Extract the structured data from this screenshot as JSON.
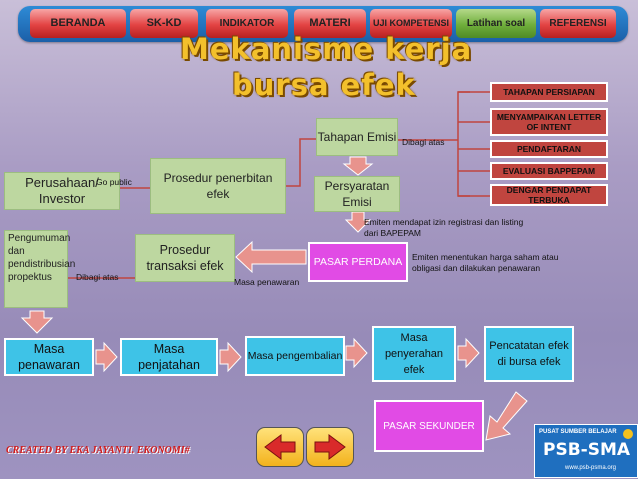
{
  "nav": {
    "tabs": [
      "BERANDA",
      "SK-KD",
      "INDIKATOR",
      "MATERI",
      "UJI KOMPETENSI",
      "Latihan soal",
      "REFERENSI"
    ]
  },
  "title": {
    "line1": "Mekanisme kerja",
    "line2": "bursa efek"
  },
  "flow": {
    "perusahaan": "Perusahaan/ Investor",
    "go_public": "Go public",
    "prosedur_penerbitan": "Prosedur penerbitan efek",
    "tahapan_emisi": "Tahapan Emisi",
    "persyaratan_emisi": "Persyaratan Emisi",
    "dibagi_atas_1": "Dibagi atas",
    "stages": [
      "TAHAPAN PERSIAPAN",
      "MENYAMPAIKAN LETTER OF INTENT",
      "PENDAFTARAN",
      "EVALUASI BAPPEPAM",
      "DENGAR PENDAPAT TERBUKA"
    ],
    "note_registrasi": "Emiten mendapat izin registrasi dan listing dari BAPEPAM",
    "pasar_perdana": "PASAR PERDANA",
    "note_harga": "Emiten menentukan harga saham atau obligasi dan dilakukan penawaran",
    "prosedur_transaksi": "Prosedur transaksi efek",
    "masa_penawaran_label": "Masa penawaran",
    "pengumuman": "Pengumuman dan pendistribusian propektus",
    "dibagi_atas_2": "Dibagi atas",
    "steps": [
      "Masa penawaran",
      "Masa penjatahan",
      "Masa pengembalian",
      "Masa penyerahan efek",
      "Pencatatan efek di bursa efek"
    ],
    "pasar_sekunder": "PASAR SEKUNDER"
  },
  "footer": {
    "credit": "CREATED BY EKA JAYANTI. EKONOMI#",
    "logo_top": "PUSAT SUMBER BELAJAR",
    "logo_main": "PSB-SMA",
    "logo_url": "www.psb-psma.org"
  },
  "colors": {
    "nav_tab": "#e34343",
    "nav_tab_green": "#6fae3b",
    "flow_box": "#bdd7a0",
    "step_box": "#3ec3e7",
    "stage_box": "#c0453f",
    "pasar": "#e14be5",
    "arrow": "#e8938d"
  }
}
